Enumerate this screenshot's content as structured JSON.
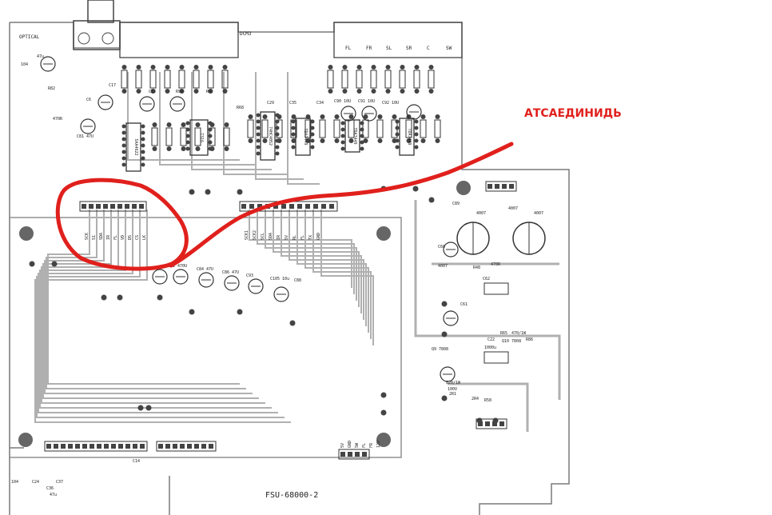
{
  "board": {
    "model": "FSU-68000-2",
    "connector_labels": [
      "OPTICAL",
      "DCM3",
      "FL",
      "FR",
      "SL",
      "SR",
      "C",
      "SW"
    ],
    "chip_labels": [
      "SAA4622",
      "7316",
      "74HC4052",
      "TDA7449",
      "TDA7449",
      "TDA7449"
    ],
    "component_labels": [
      "104",
      "47u",
      "R82",
      "470R",
      "C81 47U",
      "C6",
      "C17",
      "C15",
      "R99",
      "R9",
      "R68",
      "C29",
      "C35",
      "C34",
      "C90 10U",
      "C91 10U",
      "C92 10U",
      "C91 470U",
      "C84 47U",
      "C86 47U",
      "C93",
      "C105 10u",
      "C88",
      "C89",
      "4007",
      "4007",
      "4007",
      "4007",
      "R48",
      "470R",
      "C60",
      "C61",
      "C62",
      "1000u",
      "C22",
      "Q10 7808",
      "Q9 7808",
      "2R1",
      "2R4",
      "R58",
      "R65",
      "470/1W",
      "R86",
      "820/1W",
      "100V",
      "104",
      "C24",
      "C36",
      "C37",
      "47u",
      "C14"
    ],
    "pin_labels_left": [
      "SCK",
      "S1",
      "SDA",
      "IR",
      "FL",
      "VD",
      "DS",
      "CS",
      "LK"
    ],
    "pin_labels_mid": [
      "SCK1",
      "SCK2",
      "SCL",
      "SDA",
      "IR",
      "5V",
      "RL",
      "FL",
      "TX",
      "GND"
    ],
    "small_labels": [
      "5V",
      "GND",
      "SW",
      "FL",
      "FR",
      "12V"
    ],
    "annotation": "АТСАЕДИНИДЬ"
  },
  "colors": {
    "trace": "#b8b8b8",
    "copper": "#9a9a9a",
    "silkscreen": "#222222",
    "pad": "#555555",
    "annotation": "#e0201c"
  }
}
